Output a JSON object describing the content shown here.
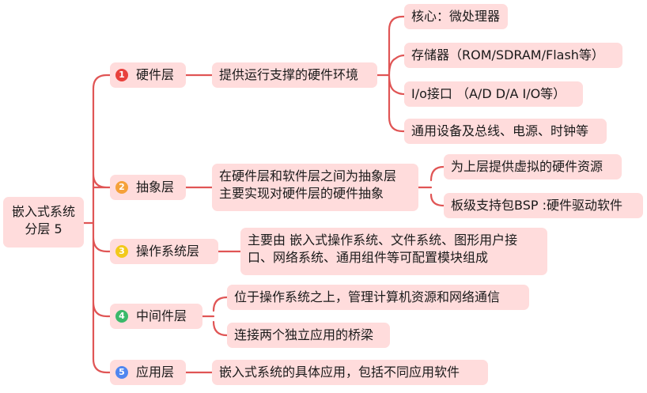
{
  "root": {
    "line1": "嵌入式系统",
    "line2": "分层 5"
  },
  "colors": {
    "line": "#e05555",
    "node_fill": "#ffdcdc",
    "badge1": "#e8413c",
    "badge2": "#f5a13a",
    "badge3": "#f2c91b",
    "badge4": "#3ab96a",
    "badge5": "#4f86f0"
  },
  "layers": [
    {
      "num": "1",
      "label": "硬件层",
      "desc": "提供运行支撑的硬件环境",
      "details": [
        "核心：微处理器",
        "存储器（ROM/SDRAM/Flash等）",
        "I/o接口 （A/D D/A I/O等）",
        "通用设备及总线、电源、时钟等"
      ]
    },
    {
      "num": "2",
      "label": "抽象层",
      "desc_lines": [
        "在硬件层和软件层之间为抽象层",
        "主要实现对硬件层的硬件抽象"
      ],
      "details": [
        "为上层提供虚拟的硬件资源",
        "板级支持包BSP :硬件驱动软件"
      ]
    },
    {
      "num": "3",
      "label": "操作系统层",
      "desc_lines": [
        "主要由 嵌入式操作系统、文件系统、图形用户接",
        "口、网络系统、通用组件等可配置模块组成"
      ]
    },
    {
      "num": "4",
      "label": "中间件层",
      "details": [
        "位于操作系统之上，管理计算机资源和网络通信",
        "连接两个独立应用的桥梁"
      ]
    },
    {
      "num": "5",
      "label": "应用层",
      "desc": "嵌入式系统的具体应用，包括不同应用软件"
    }
  ]
}
